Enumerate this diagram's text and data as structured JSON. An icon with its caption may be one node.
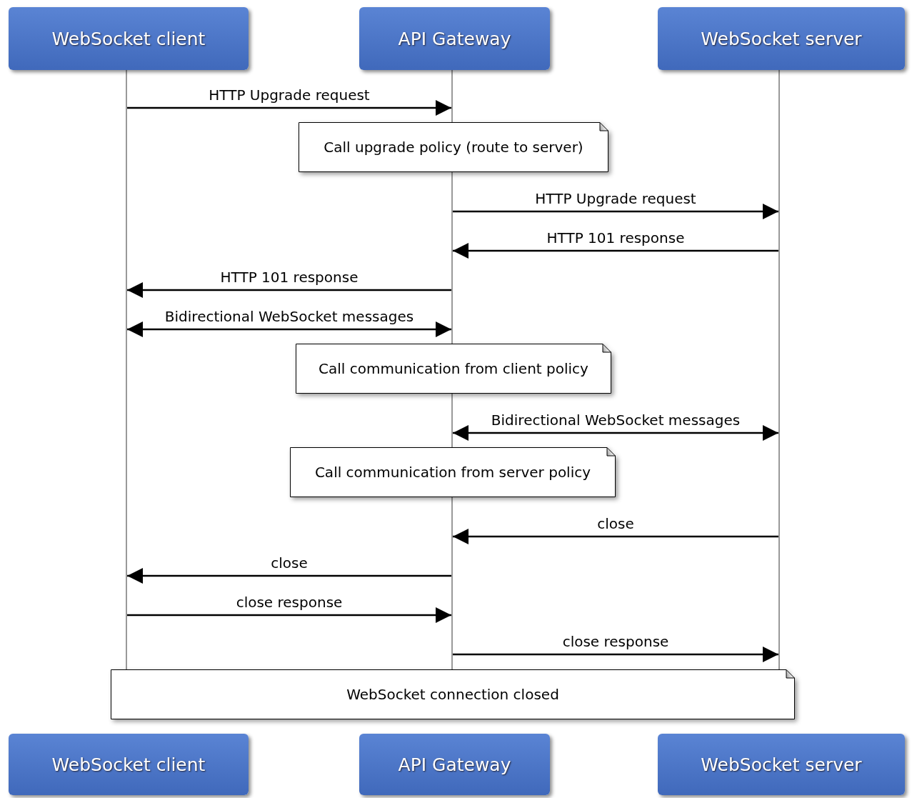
{
  "diagram": {
    "nodes": [
      {
        "text": [
          "WebSocket client"
        ]
      },
      {
        "text": [
          "API Gateway"
        ]
      },
      {
        "text": [
          "WebSocket server"
        ]
      },
      {
        "text": [],
        "shape": "bar"
      },
      {
        "text": [],
        "shape": "bar"
      },
      {
        "text": [],
        "shape": "bar"
      },
      {
        "text": [
          "Call upgrade policy (route to server)"
        ]
      },
      {
        "text": [
          "Call communication from client policy"
        ]
      },
      {
        "text": [
          "Call communication from server policy"
        ]
      },
      {
        "text": [
          "WebSocket connection closed"
        ]
      },
      {
        "text": [
          "WebSocket client"
        ]
      },
      {
        "text": [
          "API Gateway"
        ]
      },
      {
        "text": [
          "WebSocket server"
        ]
      }
    ],
    "edges": [
      {
        "from": 3,
        "to": 4,
        "arrow": "to",
        "label": "HTTP Upgrade request"
      },
      {
        "from": 4,
        "to": 5,
        "arrow": "to",
        "label": "HTTP Upgrade request"
      },
      {
        "from": 5,
        "to": 4,
        "arrow": "to",
        "label": "HTTP 101 response"
      },
      {
        "from": 4,
        "to": 3,
        "arrow": "to",
        "label": "HTTP 101 response"
      },
      {
        "from": 3,
        "to": 4,
        "arrow": "both",
        "label": "Bidirectional WebSocket messages"
      },
      {
        "from": 4,
        "to": 5,
        "arrow": "both",
        "label": "Bidirectional WebSocket messages"
      },
      {
        "from": 5,
        "to": 4,
        "arrow": "to",
        "label": "close"
      },
      {
        "from": 4,
        "to": 3,
        "arrow": "to",
        "label": "close"
      },
      {
        "from": 3,
        "to": 4,
        "arrow": "to",
        "label": "close response"
      },
      {
        "from": 4,
        "to": 5,
        "arrow": "to",
        "label": "close response"
      }
    ]
  }
}
